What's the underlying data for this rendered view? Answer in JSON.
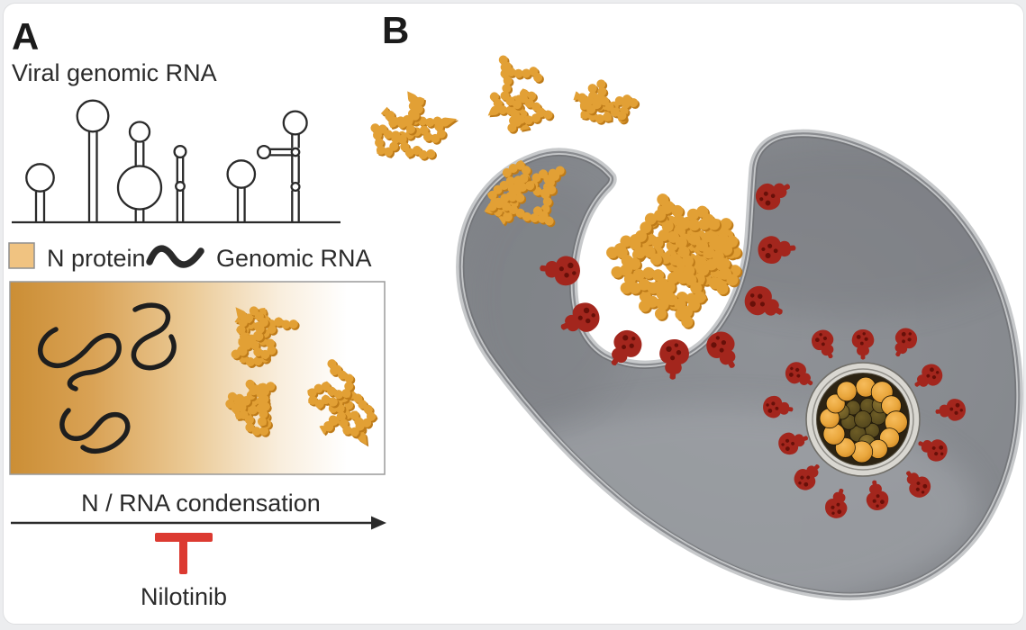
{
  "panels": {
    "a": {
      "label": "A",
      "rna_title": "Viral genomic RNA",
      "legend_n_protein": "N protein",
      "legend_genomic_rna": "Genomic RNA",
      "process_label": "N / RNA condensation",
      "inhibitor_label": "Nilotinib"
    },
    "b": {
      "label": "B"
    }
  },
  "icons": {
    "genomic_rna_squiggle": "black wavy line",
    "n_protein_swatch": "tan square",
    "inhibition_tbar": "red blunt-end inhibition bar",
    "spike_protein": "red trimeric spike",
    "condensate": "orange beaded protein-RNA condensate"
  },
  "colors": {
    "condensate_orange": "#E2A035",
    "condensate_shadow": "#BE7B19",
    "legend_swatch_tan": "#F0C381",
    "gradient_left_orange": "#CB8E35",
    "rna_line_black": "#2A2A2A",
    "inhibitor_red": "#DC3A31",
    "membrane_light_gray": "#C7C9CB",
    "membrane_dark_gray": "#8A8C90",
    "cytoplasm_gray": "#8A8D92",
    "spike_red": "#A3261D",
    "spike_dark_red": "#671009",
    "virion_envelope_gray": "#D9D7D1",
    "virion_core_dark": "#2C2313",
    "virion_sphere_orange": "#E8A33C",
    "virion_sphere_dim": "#6E5D26",
    "white_lumen": "#FFFFFF"
  }
}
